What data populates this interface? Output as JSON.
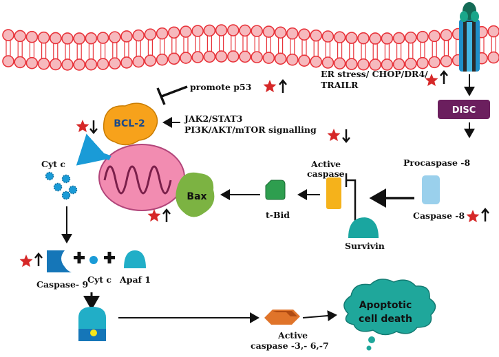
{
  "labels": {
    "promote_p53": "promote p53",
    "jak2_stat3": "JAK2/STAT3",
    "pi3k_akt": "PI3K/AKT/mTOR signalling",
    "bcl2": "BCL-2",
    "bax": "Bax",
    "cyt_c_top": "Cyt c",
    "er_stress": "ER stress/ CHOP/DR4/",
    "trailr": "TRAILR",
    "disc": "DISC",
    "procaspase8": "Procaspase -8",
    "caspase8": "Caspase -8",
    "active_caspase_line1": "Active",
    "active_caspase_line2": "caspase",
    "t_bid": "t-Bid",
    "survivin": "Survivin",
    "caspase9": "Caspase- 9",
    "cyt_c_bottom": "Cyt c",
    "apaf1": "Apaf 1",
    "active_caspase_367_line1": "Active",
    "active_caspase_367_line2": "caspase -3,- 6,-7",
    "apoptotic_line1": "Apoptotic",
    "apoptotic_line2": "cell death"
  },
  "colors": {
    "membrane": "#e8333a",
    "membrane_fill": "#f6b9bd",
    "disc_box": "#6b1f5e",
    "bcl2": "#f7a21b",
    "mito": "#f28cb1",
    "bax": "#7cb342",
    "cyt_c": "#1a9bd7",
    "star": "#d62828",
    "procaspase": "#9ad0ec",
    "active_caspase": "#f5b21b",
    "tbid": "#2e9e4f",
    "survivin": "#1aa6a0",
    "cloud": "#1fa79b",
    "caspase9": "#1576b8",
    "apaf1": "#21aec7"
  },
  "regulation": {
    "bcl2": "down",
    "p53": "up",
    "er_stress": "up",
    "pathway": "down",
    "bax": "up",
    "caspase8": "up",
    "caspase9": "up"
  }
}
